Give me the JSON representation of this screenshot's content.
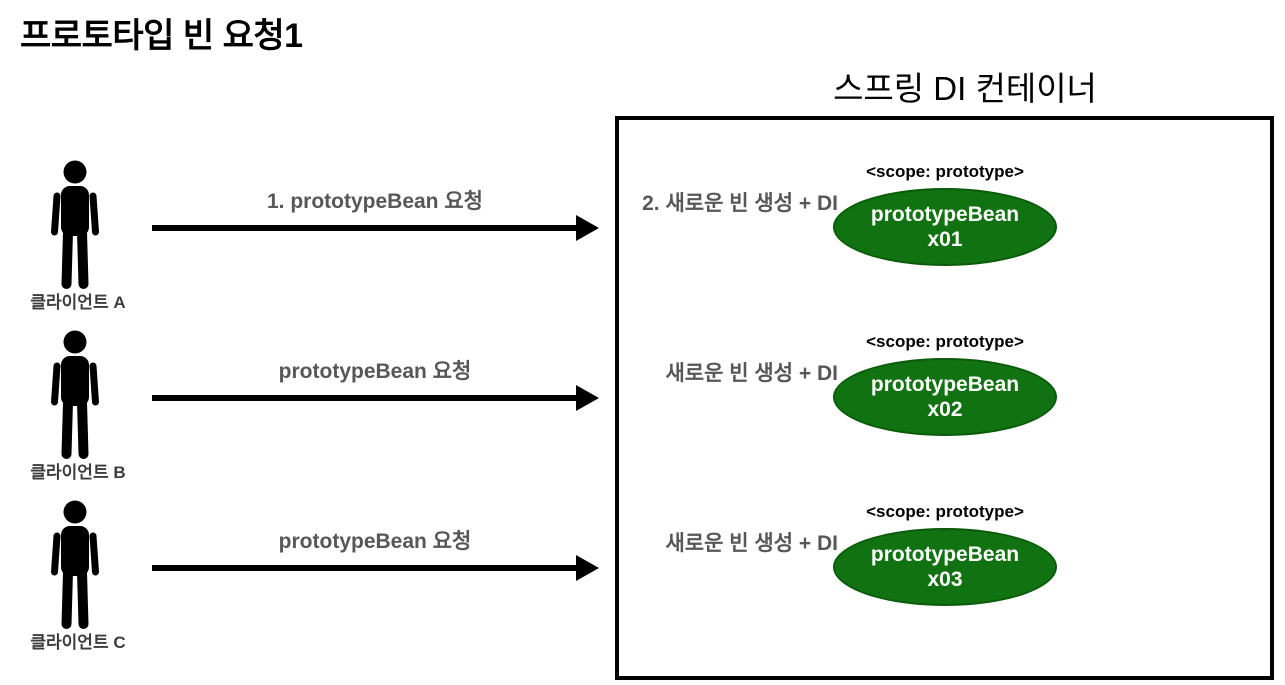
{
  "title": "프로토타입 빈 요청1",
  "container": {
    "title": "스프링 DI 컨테이너"
  },
  "rows": [
    {
      "client_label": "클라이언트 A",
      "request_label": "1. prototypeBean 요청",
      "action_label": "2. 새로운 빈 생성 + DI",
      "scope_label": "<scope: prototype>",
      "bean_name": "prototypeBean",
      "bean_instance": "x01"
    },
    {
      "client_label": "클라이언트 B",
      "request_label": "prototypeBean 요청",
      "action_label": "새로운 빈 생성 + DI",
      "scope_label": "<scope: prototype>",
      "bean_name": "prototypeBean",
      "bean_instance": "x02"
    },
    {
      "client_label": "클라이언트 C",
      "request_label": "prototypeBean 요청",
      "action_label": "새로운 빈 생성 + DI",
      "scope_label": "<scope: prototype>",
      "bean_name": "prototypeBean",
      "bean_instance": "x03"
    }
  ],
  "colors": {
    "bean_fill": "#117211",
    "bean_stroke": "#0a5c0a",
    "bean_text": "#ffffff",
    "label_gray": "#575757",
    "client_label_color": "#3d3d3d"
  }
}
